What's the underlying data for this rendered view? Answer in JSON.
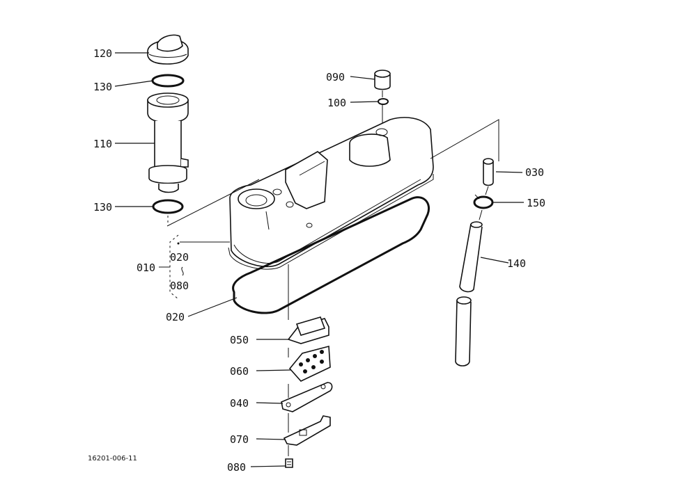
{
  "drawing_code": "16201-006-11",
  "callouts": [
    {
      "id": "c120",
      "text": "120"
    },
    {
      "id": "c130a",
      "text": "130"
    },
    {
      "id": "c110",
      "text": "110"
    },
    {
      "id": "c130b",
      "text": "130"
    },
    {
      "id": "c090",
      "text": "090"
    },
    {
      "id": "c100",
      "text": "100"
    },
    {
      "id": "c030",
      "text": "030"
    },
    {
      "id": "c150",
      "text": "150"
    },
    {
      "id": "c140",
      "text": "140"
    },
    {
      "id": "c010",
      "text": "010"
    },
    {
      "id": "c020a",
      "text": "020"
    },
    {
      "id": "c080a",
      "text": "080"
    },
    {
      "id": "c020b",
      "text": "020"
    },
    {
      "id": "c050",
      "text": "050"
    },
    {
      "id": "c060",
      "text": "060"
    },
    {
      "id": "c040",
      "text": "040"
    },
    {
      "id": "c070",
      "text": "070"
    },
    {
      "id": "c080b",
      "text": "080"
    }
  ]
}
